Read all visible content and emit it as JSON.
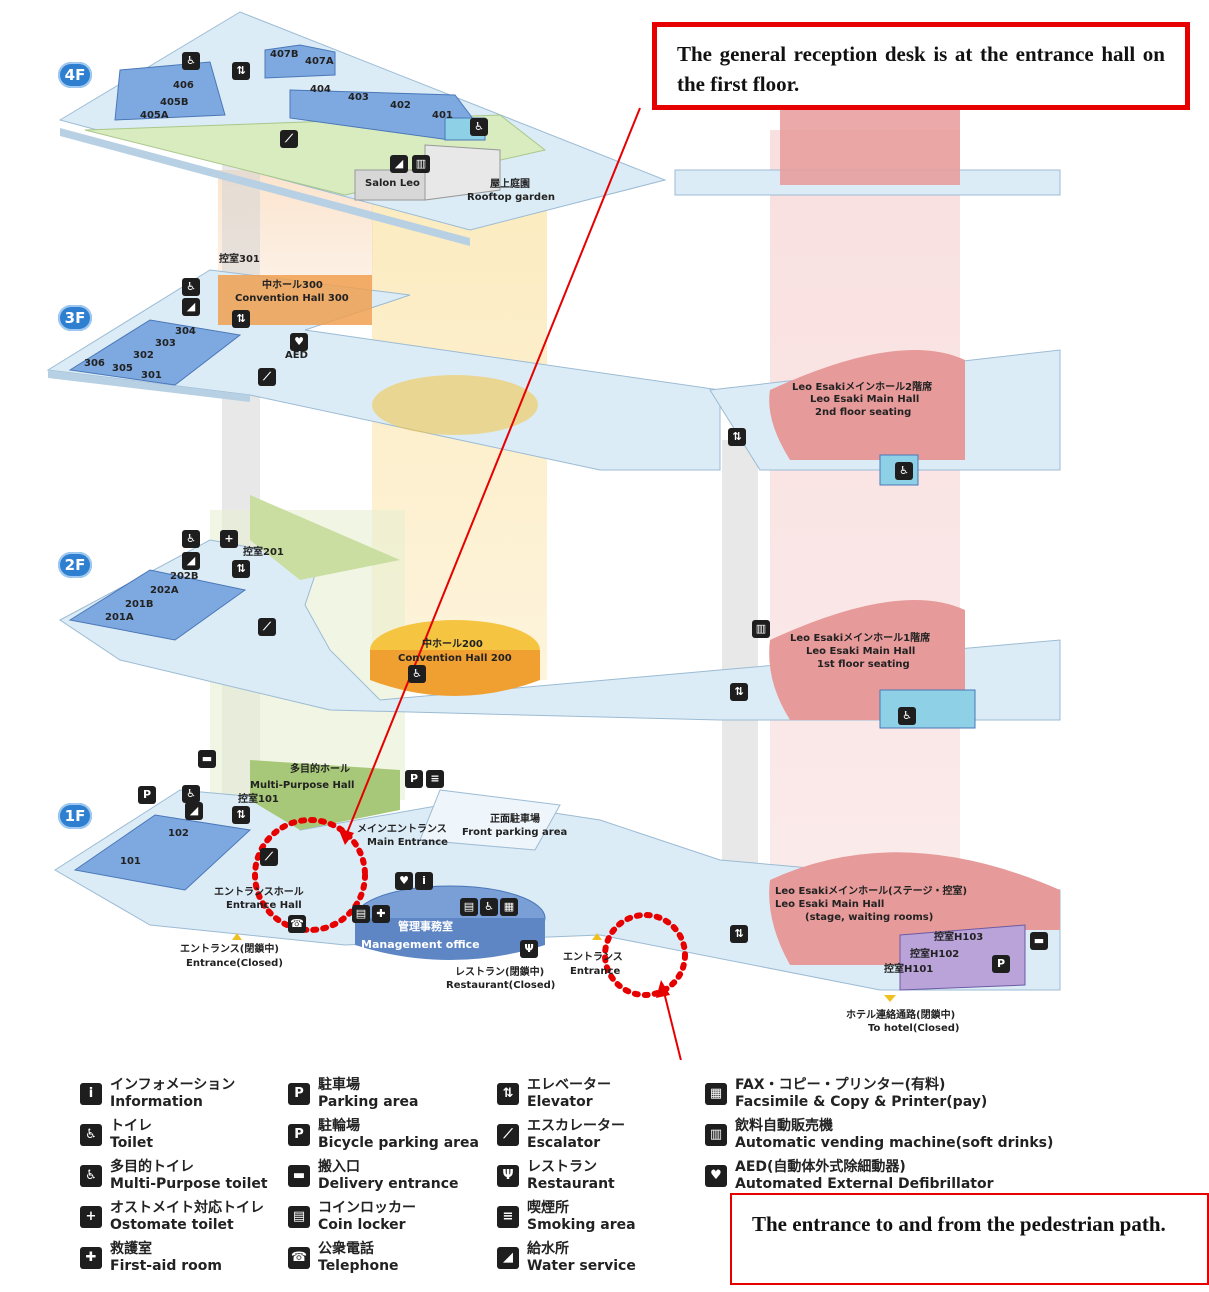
{
  "callouts": {
    "top": "The general reception desk is at the entrance hall on the first floor.",
    "bottom": "The entrance to and from the pedestrian path."
  },
  "floors": {
    "f4": "4F",
    "f3": "3F",
    "f2": "2F",
    "f1": "1F"
  },
  "floor4": {
    "rooms": [
      "407B",
      "407A",
      "406",
      "405B",
      "405A",
      "404",
      "403",
      "402",
      "401"
    ],
    "salon": "Salon Leo",
    "garden_jp": "屋上庭園",
    "garden_en": "Rooftop garden"
  },
  "floor3": {
    "waiting": "控室301",
    "hall_jp": "中ホール300",
    "hall_en": "Convention Hall 300",
    "rooms": [
      "304",
      "303",
      "302",
      "306",
      "305",
      "301"
    ],
    "aed": "AED",
    "main_jp": "Leo Esakiメインホール2階席",
    "main_en": "Leo Esaki Main Hall",
    "main_seat": "2nd floor seating"
  },
  "floor2": {
    "waiting": "控室201",
    "rooms": [
      "202B",
      "202A",
      "201B",
      "201A"
    ],
    "hall_jp": "中ホール200",
    "hall_en": "Convention Hall 200",
    "main_jp": "Leo Esakiメインホール1階席",
    "main_en": "Leo Esaki Main Hall",
    "main_seat": "1st floor seating"
  },
  "floor1": {
    "multi_jp": "多目的ホール",
    "multi_en": "Multi-Purpose Hall",
    "waiting": "控室101",
    "rooms": [
      "102",
      "101"
    ],
    "main_entrance_jp": "メインエントランス",
    "main_entrance_en": "Main Entrance",
    "front_parking_jp": "正面駐車場",
    "front_parking_en": "Front parking area",
    "entrance_hall_jp": "エントランスホール",
    "entrance_hall_en": "Entrance Hall",
    "office_jp": "管理事務室",
    "office_en": "Management office",
    "entrance_closed_jp": "エントランス(閉鎖中)",
    "entrance_closed_en": "Entrance(Closed)",
    "restaurant_jp": "レストラン(閉鎖中)",
    "restaurant_en": "Restaurant(Closed)",
    "entrance_jp": "エントランス",
    "entrance_en": "Entrance",
    "main_jp": "Leo Esakiメインホール(ステージ・控室)",
    "main_en": "Leo Esaki Main Hall",
    "main_sub": "(stage, waiting rooms)",
    "h103": "控室H103",
    "h102": "控室H102",
    "h101": "控室H101",
    "hotel_jp": "ホテル連絡通路(閉鎖中)",
    "hotel_en": "To hotel(Closed)"
  },
  "legend": [
    {
      "jp": "インフォメーション",
      "en": "Information",
      "icon": "info-icon",
      "glyph": "i"
    },
    {
      "jp": "トイレ",
      "en": "Toilet",
      "icon": "toilet-icon",
      "glyph": "♿"
    },
    {
      "jp": "多目的トイレ",
      "en": "Multi-Purpose toilet",
      "icon": "accessible-toilet-icon",
      "glyph": "♿"
    },
    {
      "jp": "オストメイト対応トイレ",
      "en": "Ostomate toilet",
      "icon": "ostomate-icon",
      "glyph": "+"
    },
    {
      "jp": "救護室",
      "en": "First-aid room",
      "icon": "first-aid-icon",
      "glyph": "✚"
    },
    {
      "jp": "駐車場",
      "en": "Parking area",
      "icon": "parking-icon",
      "glyph": "P"
    },
    {
      "jp": "駐輪場",
      "en": "Bicycle parking area",
      "icon": "bicycle-icon",
      "glyph": "P"
    },
    {
      "jp": "搬入口",
      "en": "Delivery entrance",
      "icon": "truck-icon",
      "glyph": "▬"
    },
    {
      "jp": "コインロッカー",
      "en": "Coin locker",
      "icon": "locker-icon",
      "glyph": "▤"
    },
    {
      "jp": "公衆電話",
      "en": "Telephone",
      "icon": "telephone-icon",
      "glyph": "☎"
    },
    {
      "jp": "エレベーター",
      "en": "Elevator",
      "icon": "elevator-icon",
      "glyph": "⇅"
    },
    {
      "jp": "エスカレーター",
      "en": "Escalator",
      "icon": "escalator-icon",
      "glyph": "⟋"
    },
    {
      "jp": "レストラン",
      "en": "Restaurant",
      "icon": "restaurant-icon",
      "glyph": "Ψ"
    },
    {
      "jp": "喫煙所",
      "en": "Smoking area",
      "icon": "smoking-icon",
      "glyph": "≡"
    },
    {
      "jp": "給水所",
      "en": "Water service",
      "icon": "water-icon",
      "glyph": "◢"
    },
    {
      "jp": "FAX・コピー・プリンター(有料)",
      "en": "Facsimile & Copy & Printer(pay)",
      "icon": "fax-icon",
      "glyph": "▦"
    },
    {
      "jp": "飲料自動販売機",
      "en": "Automatic vending machine(soft drinks)",
      "icon": "vending-icon",
      "glyph": "▥"
    },
    {
      "jp": "AED(自動体外式除細動器)",
      "en": "Automated External Defibrillator",
      "icon": "aed-icon",
      "glyph": "♥"
    }
  ],
  "colors": {
    "floor_plate": "#dcecf6",
    "room_blue": "#7ea9e0",
    "hall_pink": "#e79a9a",
    "hall_orange": "#f0a050",
    "hall_yellow": "#f5c542",
    "green": "#c9dea0",
    "accent_red": "#e60000",
    "badge_blue": "#2f7fd0"
  }
}
